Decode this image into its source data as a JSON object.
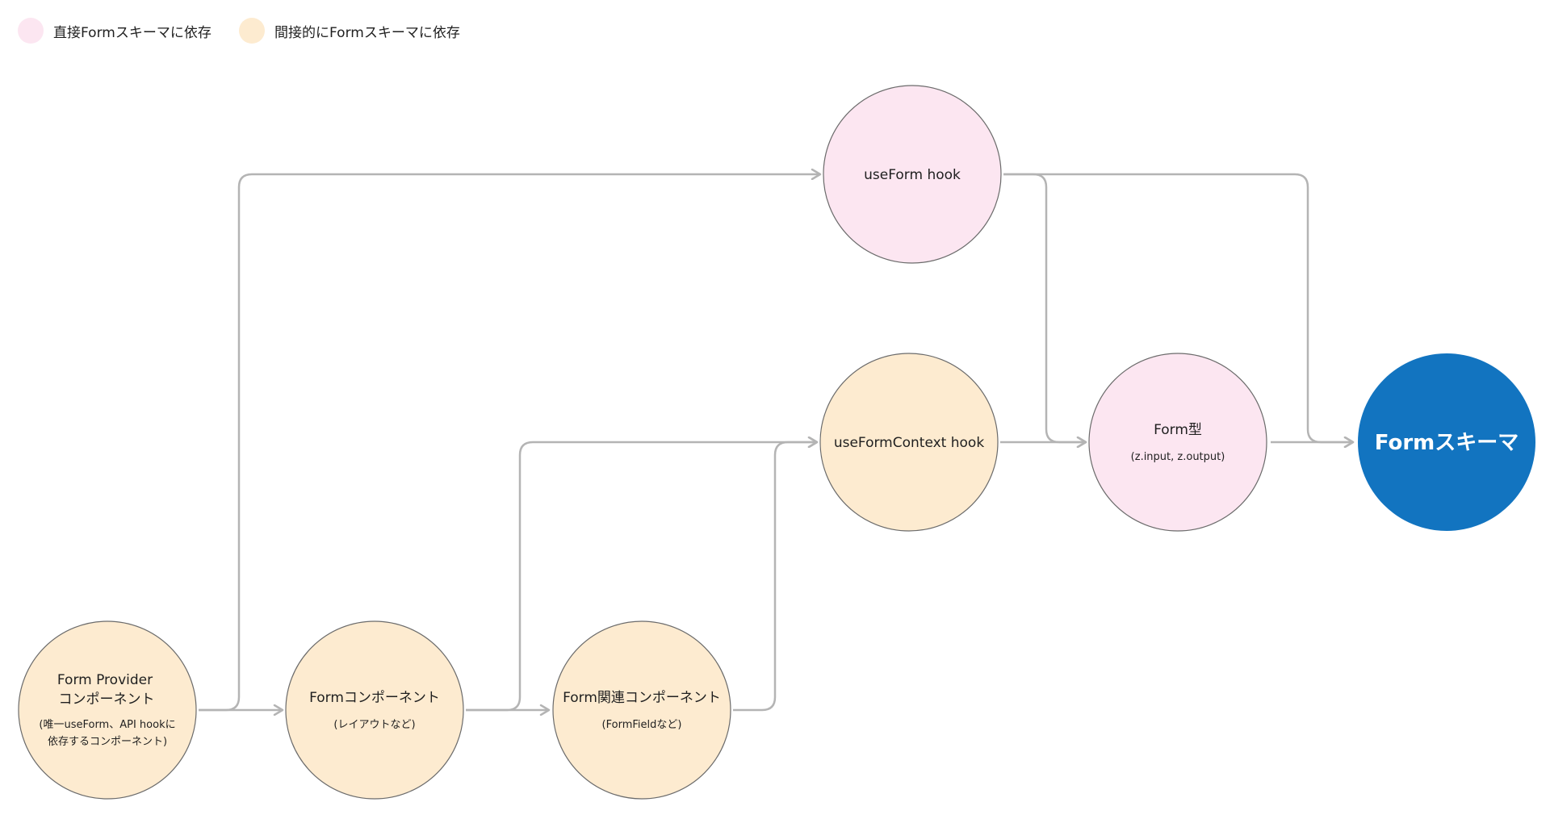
{
  "colors": {
    "direct": "#fce6f1",
    "indirect": "#fdebd0",
    "schema": "#1274c0",
    "edge": "#b4b4b4",
    "outline": "#6b6b6b"
  },
  "legend": {
    "direct": "直接Formスキーマに依存",
    "indirect": "間接的にFormスキーマに依存"
  },
  "nodes": {
    "use_form_hook": {
      "title": "useForm hook"
    },
    "use_form_context_hook": {
      "title": "useFormContext hook"
    },
    "form_type": {
      "title": "Form型",
      "sub": "(z.input, z.output)"
    },
    "form_schema": {
      "title": "Formスキーマ"
    },
    "form_provider": {
      "title1": "Form Provider",
      "title2": "コンポーネント",
      "sub1": "(唯一useForm、API hookに",
      "sub2": "依存するコンポーネント)"
    },
    "form_component": {
      "title": "Formコンポーネント",
      "sub": "(レイアウトなど)"
    },
    "form_related": {
      "title": "Form関連コンポーネント",
      "sub": "(FormFieldなど)"
    }
  }
}
